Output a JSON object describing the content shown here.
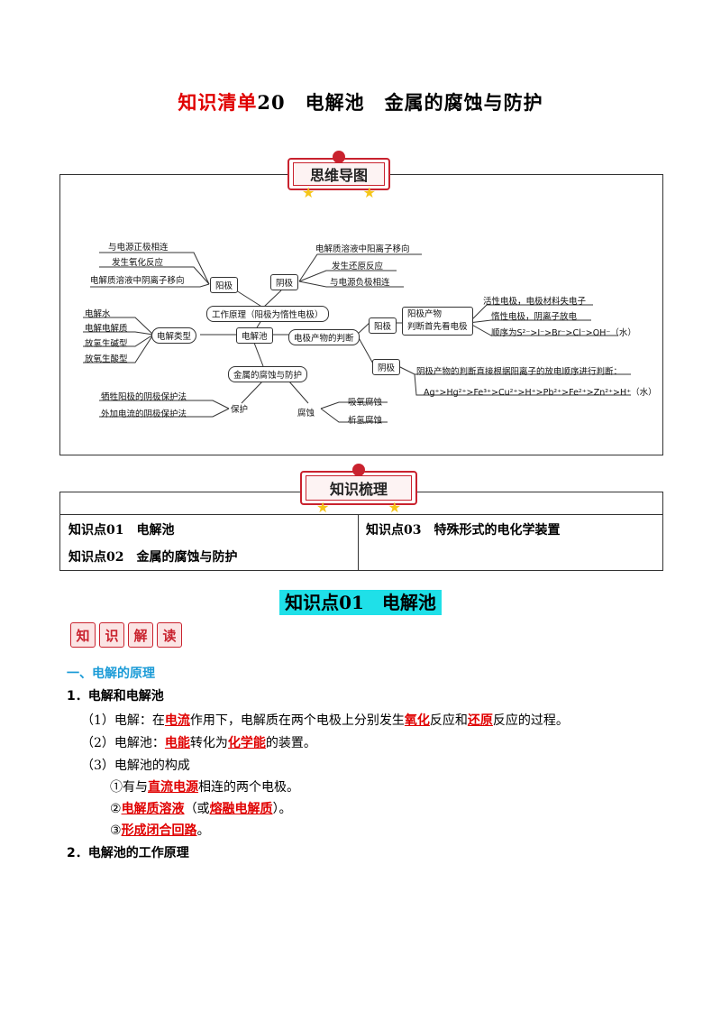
{
  "page_title": {
    "red": "知识清单",
    "rest": "20　电解池　金属的腐蚀与防护"
  },
  "mindmap_banner": "思维导图",
  "mindmap": {
    "anode_left": [
      "与电源正极相连",
      "发生氧化反应",
      "电解质溶液中阴离子移向"
    ],
    "anode": "阳极",
    "cathode": "阴极",
    "cathode_right": [
      "电解质溶液中阳离子移向",
      "发生还原反应",
      "与电源负极相连"
    ],
    "principle": "工作原理（阳极为惰性电极）",
    "cell": "电解池",
    "types_label": "电解类型",
    "types": [
      "电解水",
      "电解电解质",
      "放氢生碱型",
      "放氧生酸型"
    ],
    "corrosion": "金属的腐蚀与防护",
    "judge": "电极产物的判断",
    "anode2": "阳极",
    "anode_product": "阳极产物",
    "anode_product2": "判断首先看电极",
    "anode_rules": [
      "活性电极，电极材料失电子",
      "惰性电极，阴离子放电",
      "顺序为S²⁻>I⁻>Br⁻>Cl⁻>OH⁻（水）"
    ],
    "cathode2": "阴极",
    "cathode_rule": "阴极产物的判断直接根据阳离子的放电顺序进行判断：",
    "cathode_order": "Ag⁺>Hg²⁺>Fe³⁺>Cu²⁺>H⁺>Pb²⁺>Fe²⁺>Zn²⁺>H⁺（水）",
    "protect": "保护",
    "protect_items": [
      "牺牲阳极的阴极保护法",
      "外加电流的阴极保护法"
    ],
    "rust": "腐蚀",
    "rust_items": [
      "吸氧腐蚀",
      "析氢腐蚀"
    ]
  },
  "toc_banner": "知识梳理",
  "toc": {
    "item1": "知识点01　电解池",
    "item2": "知识点02　金属的腐蚀与防护",
    "item3": "知识点03　特殊形式的电化学装置"
  },
  "section_title": "知识点01　电解池",
  "tags": [
    "知",
    "识",
    "解",
    "读"
  ],
  "content": {
    "h1": "一、电解的原理",
    "h2a": "1．电解和电解池",
    "l1": {
      "a": "（1）电解：在",
      "k1": "电流",
      "b": "作用下，电解质在两个电极上分别发生",
      "k2": "氧化",
      "c": "反应和",
      "k3": "还原",
      "d": "反应的过程。"
    },
    "l2": {
      "a": "（2）电解池：",
      "k1": "电能",
      "b": "转化为",
      "k2": "化学能",
      "c": "的装置。"
    },
    "l3": "（3）电解池的构成",
    "l4": {
      "a": "①有与",
      "k1": "直流电源",
      "b": "相连的两个电极。"
    },
    "l5": {
      "a": "②",
      "k1": "电解质溶液",
      "b": "（或",
      "k2": "熔融电解质",
      "c": "）。"
    },
    "l6": {
      "a": "③",
      "k1": "形成闭合回路",
      "b": "。"
    },
    "h2b": "2．电解池的工作原理"
  }
}
